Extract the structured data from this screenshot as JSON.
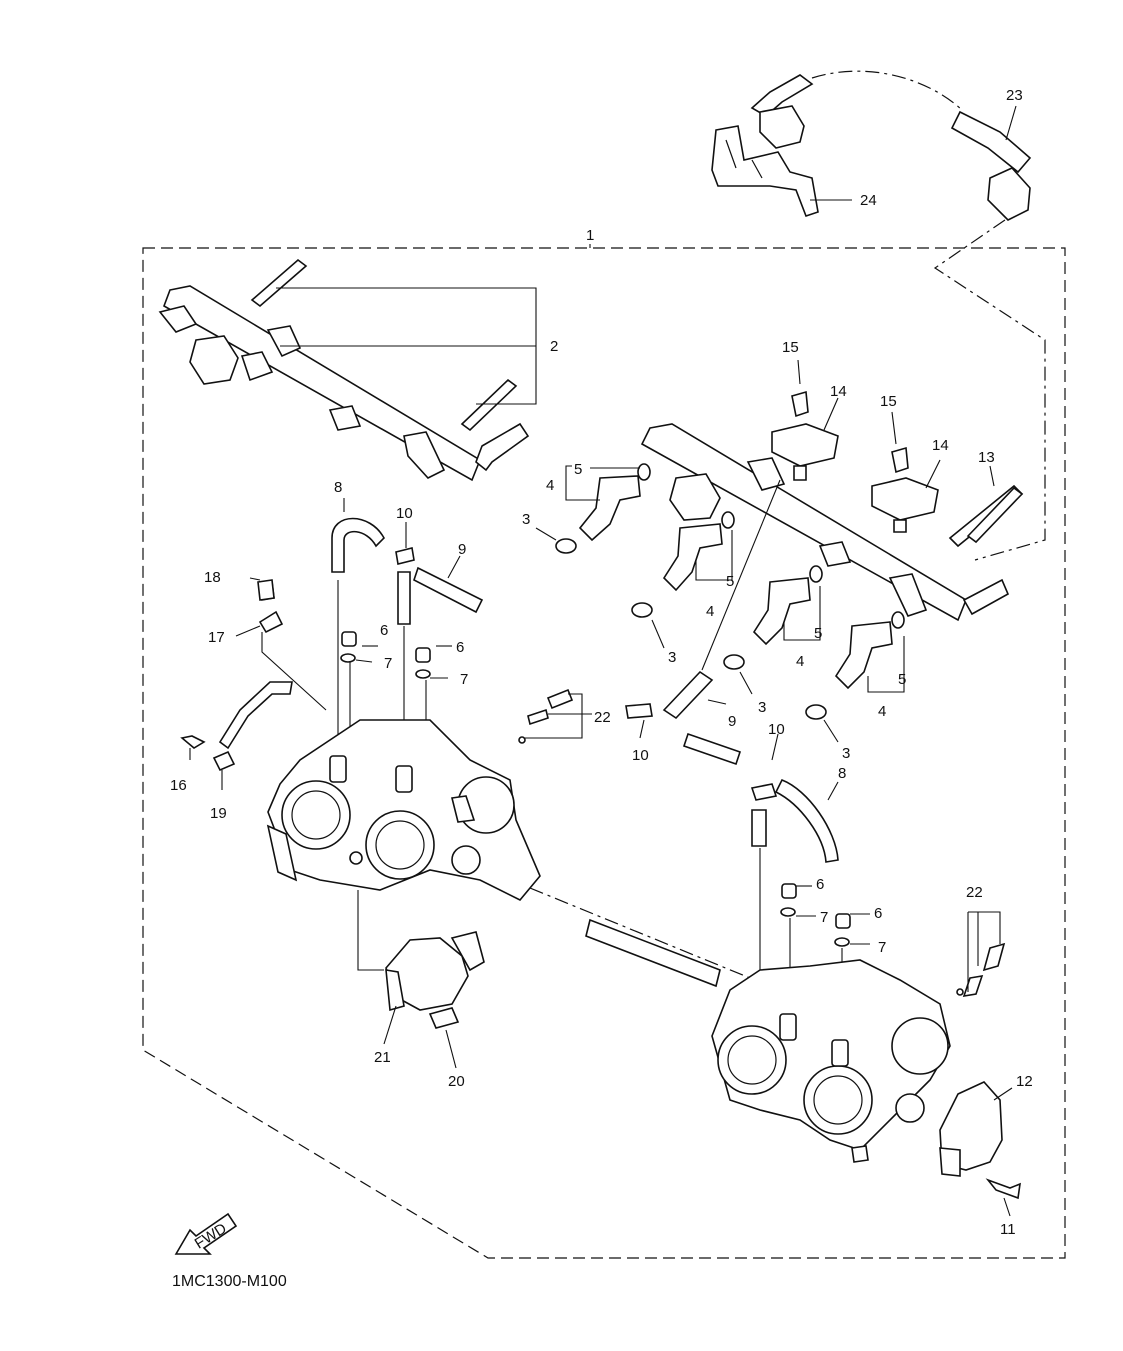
{
  "diagram": {
    "drawing_code": "1MC1300-M100",
    "fwd_label": "FWD",
    "callouts": {
      "c1": "1",
      "c2": "2",
      "c3a": "3",
      "c3b": "3",
      "c3c": "3",
      "c3d": "3",
      "c4a": "4",
      "c4b": "4",
      "c4c": "4",
      "c4d": "4",
      "c5a": "5",
      "c5b": "5",
      "c5c": "5",
      "c5d": "5",
      "c6a": "6",
      "c6b": "6",
      "c6c": "6",
      "c6d": "6",
      "c7a": "7",
      "c7b": "7",
      "c7c": "7",
      "c7d": "7",
      "c8a": "8",
      "c8b": "8",
      "c9a": "9",
      "c9b": "9",
      "c10a": "10",
      "c10b": "10",
      "c10c": "10",
      "c11": "11",
      "c12": "12",
      "c13": "13",
      "c14a": "14",
      "c14b": "14",
      "c15a": "15",
      "c15b": "15",
      "c16": "16",
      "c17": "17",
      "c18": "18",
      "c19": "19",
      "c20": "20",
      "c21": "21",
      "c22a": "22",
      "c22b": "22",
      "c23": "23",
      "c24": "24"
    }
  }
}
